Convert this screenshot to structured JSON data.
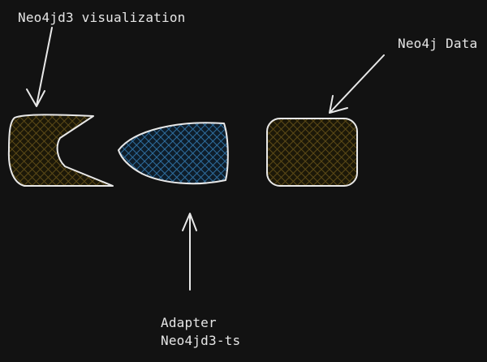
{
  "labels": {
    "visualization": "Neo4jd3 visualization",
    "data": "Neo4j Data",
    "adapter_line1": "Adapter",
    "adapter_line2": "Neo4jd3-ts"
  },
  "colors": {
    "background": "#121212",
    "stroke": "#e8e8e8",
    "brown_fill": "#3b2f0e",
    "blue_fill": "#1f4b70"
  }
}
